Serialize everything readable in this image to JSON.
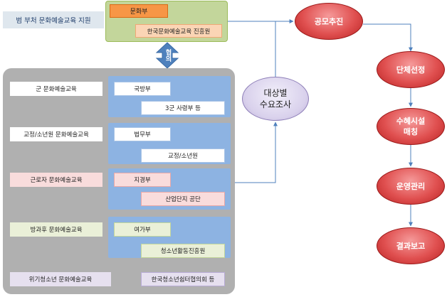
{
  "support_label": "범 부처 문화예술교육 지원",
  "center": {
    "ministry": "문화부",
    "agency": "한국문화예술교육 진흥원"
  },
  "consult_label": "협의",
  "programs": [
    {
      "name": "군 문화예술교육",
      "ministry": "국방부",
      "agency": "3군 사령부 등",
      "color": "#dfe7ee"
    },
    {
      "name": "교정/소년원 문화예술교육",
      "ministry": "법무부",
      "agency": "교정/소년원",
      "color": "#dfe7ee"
    },
    {
      "name": "근로자 문화예술교육",
      "ministry": "지경부",
      "agency": "산업단지 공단",
      "color": "#f9dcdc"
    },
    {
      "name": "방과후 문화예술교육",
      "ministry": "여가부",
      "agency": "청소년활동진흥원",
      "color": "#eaf0d8"
    },
    {
      "name": "위기청소년 문화예술교육",
      "agency": "한국청소년쉼터협의회 등",
      "color": "#e6e0ef"
    }
  ],
  "survey_label": [
    "대상별",
    "수요조사"
  ],
  "flow": [
    "공모추진",
    "단체선정",
    [
      "수혜시설",
      "매칭"
    ],
    "운영관리",
    "결과보고"
  ],
  "colors": {
    "flow_red": "#e05050",
    "survey_purple": "#d9d1ec",
    "connector": "#4f81bd",
    "panel_green": "#c3d69b",
    "panel_gray": "#b0b0b0",
    "band_blue": "#8db3e2"
  }
}
